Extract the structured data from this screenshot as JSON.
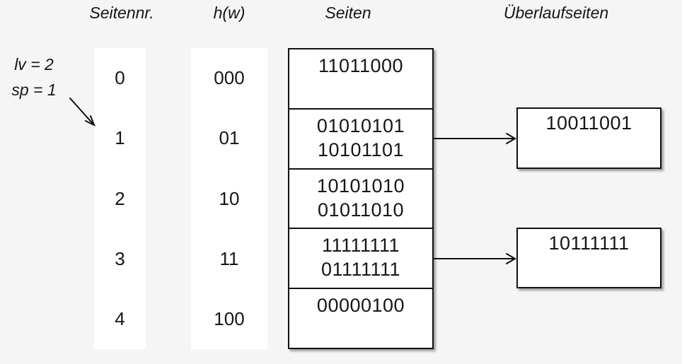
{
  "diagram": {
    "kind": "linear-hashing",
    "headers": {
      "page_no": "Seitennr.",
      "hash": "h(w)",
      "pages": "Seiten",
      "overflow": "Überlaufseiten"
    },
    "variables": {
      "lv": "lv = 2",
      "sp": "sp = 1"
    },
    "rows": [
      {
        "page_no": "0",
        "hash": "000",
        "values": [
          "11011000",
          ""
        ],
        "overflow": ""
      },
      {
        "page_no": "1",
        "hash": "01",
        "values": [
          "01010101",
          "10101101"
        ],
        "overflow": "10011001"
      },
      {
        "page_no": "2",
        "hash": "10",
        "values": [
          "10101010",
          "01011010"
        ],
        "overflow": ""
      },
      {
        "page_no": "3",
        "hash": "11",
        "values": [
          "11111111",
          "01111111"
        ],
        "overflow": "10111111"
      },
      {
        "page_no": "4",
        "hash": "100",
        "values": [
          "00000100",
          ""
        ],
        "overflow": ""
      }
    ],
    "colors": {
      "background": "#f5f5f5",
      "box_fill": "#ffffff",
      "line": "#111111",
      "text": "#161616"
    }
  }
}
